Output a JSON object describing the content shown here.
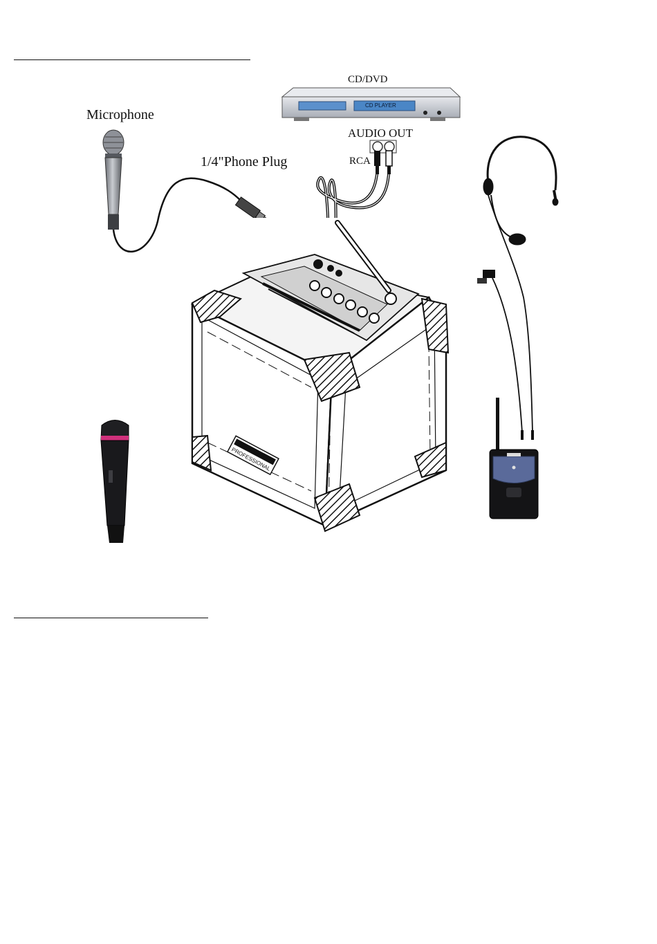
{
  "labels": {
    "cd_dvd": "CD/DVD",
    "cd_player_display": "CD PLAYER",
    "microphone": "Microphone",
    "phone_plug": "1/4\"Phone Plug",
    "audio_out": "AUDIO OUT",
    "rca": "RCA"
  },
  "logo_text": "PROFESSIONAL",
  "colors": {
    "line": "#111111",
    "cd_body": "#c9ccd3",
    "cd_display": "#4a86c6",
    "handheld_ring": "#d0317c",
    "transmitter_front": "#5a6a9a"
  }
}
